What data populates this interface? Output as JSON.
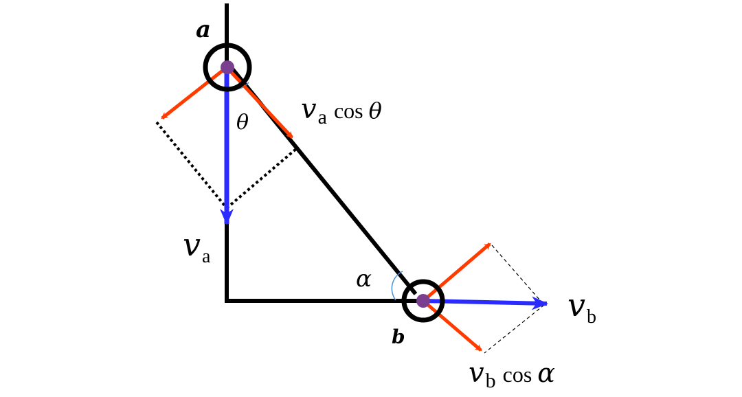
{
  "labels": {
    "point_a": "a",
    "point_b": "b",
    "theta": "θ",
    "alpha": "α",
    "va_symbol": "v",
    "va_sub": "a",
    "vb_symbol": "v",
    "vb_sub": "b",
    "va_cos_symbol": "v",
    "va_cos_sub": "a",
    "va_cos_func": "cos",
    "va_cos_angle": "θ",
    "vb_cos_symbol": "v",
    "vb_cos_sub": "b",
    "vb_cos_func": "cos",
    "vb_cos_angle": "α"
  },
  "colors": {
    "structure": "#000000",
    "velocity": "#2b2bff",
    "component": "#ff3c00",
    "pin": "#7a3f8f",
    "angle_arc": "#4a90d9"
  }
}
